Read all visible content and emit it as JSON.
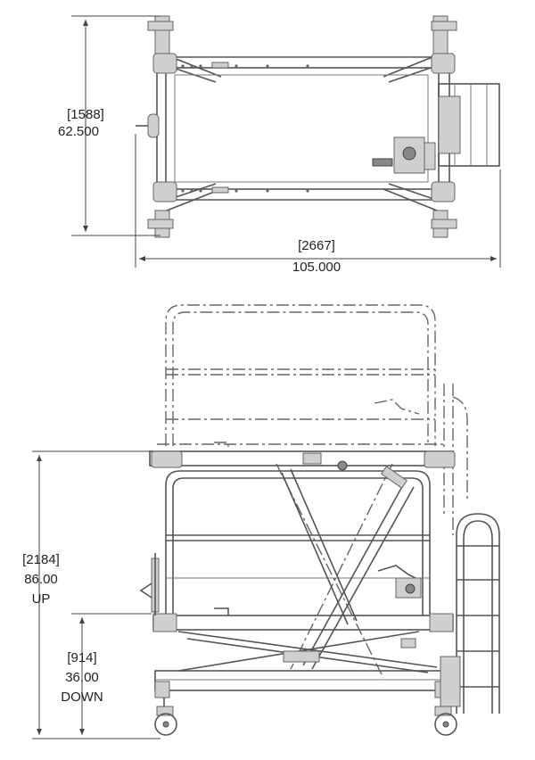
{
  "top_view": {
    "height_mm": "[1588]",
    "height_in": "62.500",
    "width_mm": "[2667]",
    "width_in": "105.000"
  },
  "side_view": {
    "up_mm": "[2184]",
    "up_in": "86.00",
    "up_label": "UP",
    "down_mm": "[914]",
    "down_in": "36.00",
    "down_label": "DOWN"
  }
}
